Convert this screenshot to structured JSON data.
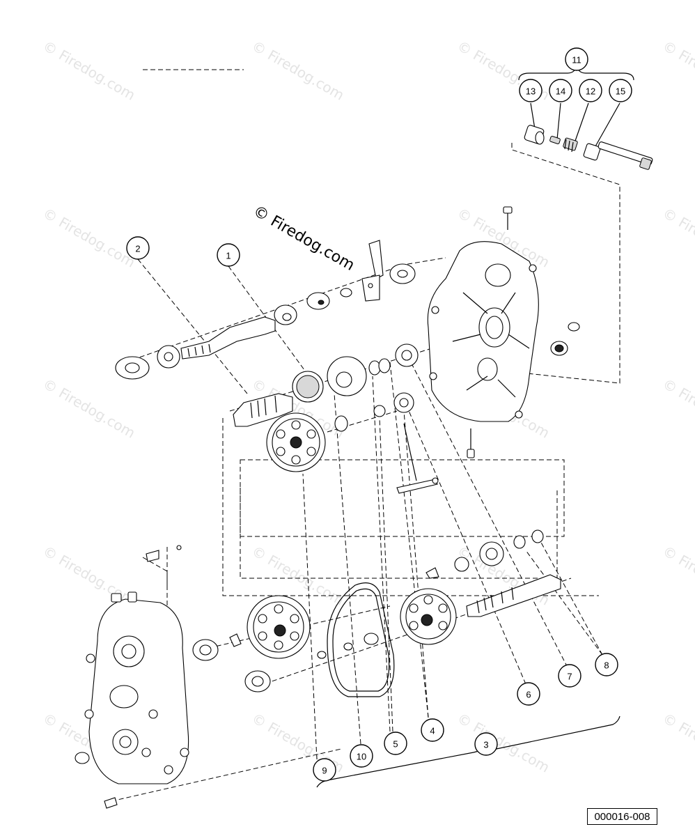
{
  "watermark": "© Firedog.com",
  "watermark_large": "© Firedog.com",
  "reference_code": "000016-008",
  "callouts": [
    {
      "id": "c1",
      "label": "1"
    },
    {
      "id": "c2",
      "label": "2"
    },
    {
      "id": "c3",
      "label": "3"
    },
    {
      "id": "c4",
      "label": "4"
    },
    {
      "id": "c5",
      "label": "5"
    },
    {
      "id": "c6",
      "label": "6"
    },
    {
      "id": "c7",
      "label": "7"
    },
    {
      "id": "c8",
      "label": "8"
    },
    {
      "id": "c9",
      "label": "9"
    },
    {
      "id": "c10",
      "label": "10"
    },
    {
      "id": "c11",
      "label": "11"
    },
    {
      "id": "c12",
      "label": "12"
    },
    {
      "id": "c13",
      "label": "13"
    },
    {
      "id": "c14",
      "label": "14"
    },
    {
      "id": "c15",
      "label": "15"
    }
  ]
}
